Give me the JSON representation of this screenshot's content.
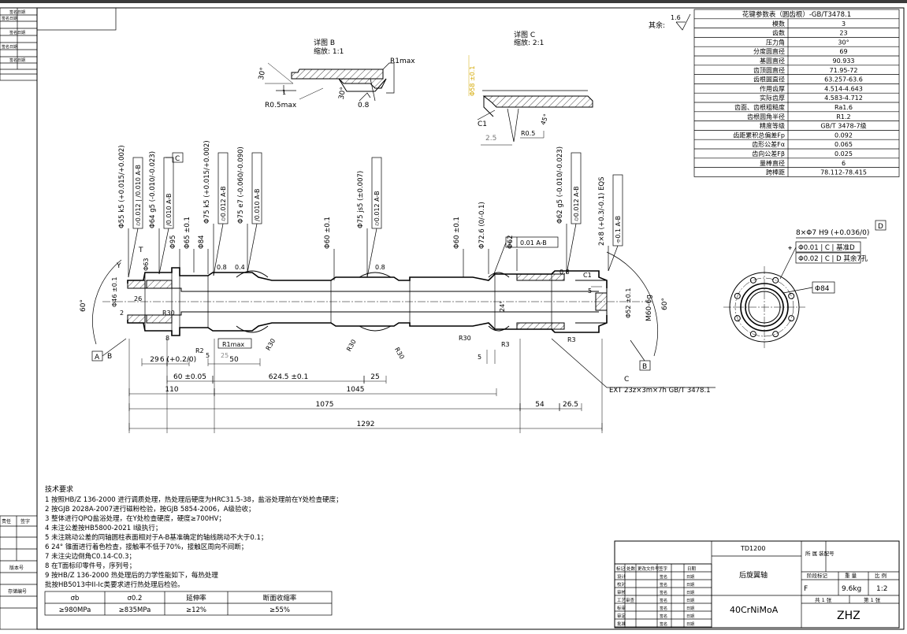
{
  "surface_mark": {
    "prefix": "其余:",
    "value": "1.6"
  },
  "spline_table": {
    "title": "花键参数表（圆齿根）-GB/T3478.1",
    "rows": [
      [
        "模数",
        "3"
      ],
      [
        "齿数",
        "23"
      ],
      [
        "压力角",
        "30°"
      ],
      [
        "分度圆直径",
        "69"
      ],
      [
        "基圆直径",
        "90.933"
      ],
      [
        "齿顶圆直径",
        "71.95-72"
      ],
      [
        "齿根圆直径",
        "63.257-63.6"
      ],
      [
        "作用齿厚",
        "4.514-4.643"
      ],
      [
        "实际齿厚",
        "4.583-4.712"
      ],
      [
        "齿面、齿根粗糙度",
        "Ra1.6"
      ],
      [
        "齿根圆角半径",
        "R1.2"
      ],
      [
        "精度等级",
        "GB/T 3478-7级"
      ],
      [
        "齿距累积总偏差Fp",
        "0.092"
      ],
      [
        "齿形公差Fα",
        "0.065"
      ],
      [
        "齿向公差Fβ",
        "0.025"
      ],
      [
        "量棒直径",
        "6"
      ],
      [
        "跨棒距",
        "78.112-78.415"
      ]
    ]
  },
  "detail_b": {
    "title": "详图 B",
    "scale": "缩放:   1:1",
    "labels": [
      "R1max",
      "30°",
      "R0.5max",
      "30°",
      "0.8",
      "1"
    ]
  },
  "detail_c": {
    "title": "详图 C",
    "scale": "缩放:   2:1",
    "labels": [
      "Φ58 ±0.1",
      "C1",
      "2.5",
      "R0.5",
      "45°"
    ]
  },
  "top_callouts": [
    {
      "text": "Φ55 k5 (+0.015/+0.002)",
      "frame": "⌭0.012 | ∕0.010 A-B"
    },
    {
      "text": "Φ64 g5 (-0.010/-0.023)",
      "frame": "∕0.010 A-B"
    },
    {
      "text": "Φ95",
      "frame": ""
    },
    {
      "text": "Φ65 ±0.1",
      "frame": ""
    },
    {
      "text": "Φ84",
      "frame": ""
    },
    {
      "text": "Φ75 k5 (+0.015/+0.002)",
      "frame": "⌭0.012 A-B"
    },
    {
      "text": "Φ75 e7 (-0.060/-0.090)",
      "frame": "∕0.010 A-B"
    },
    {
      "text": "Φ60 ±0.1",
      "frame": ""
    },
    {
      "text": "Φ75 js5 (±0.007)",
      "frame": "⌭0.012 A-B"
    },
    {
      "text": "Φ60 ±0.1",
      "frame": ""
    },
    {
      "text": "Φ72.6 (0/-0.1)",
      "frame": ""
    },
    {
      "text": "Φ62",
      "frame": ""
    },
    {
      "text": "Φ62 g5 (-0.010/-0.023)",
      "frame": "⌭0.012 A-B"
    },
    {
      "text": "2×8 (+0.3/-0.1)  EQS",
      "frame": "⌯0.1 A-B"
    }
  ],
  "shaft_labels": {
    "c_tag": "C",
    "a_tag": "A",
    "b_tag": "B",
    "b_tag2": "B",
    "c_tag2": "C",
    "y": "Y",
    "t": "T",
    "angle_left": "60°",
    "angle_right": "60°",
    "d46": "Φ46 ±0.1",
    "d63": "Φ63",
    "d52": "Φ52 ±0.1",
    "m60": "M60-6g",
    "r30a": "R30",
    "r30b": "R30",
    "r30c": "R30",
    "r30d": "R30",
    "r30e": "R30",
    "r2": "R2",
    "r3a": "R3",
    "r3b": "R3",
    "r1max": "R1max",
    "ra1": "0.8",
    "ra2": "0.4",
    "ra3": "0.8",
    "ra4": "0.8",
    "c1": "C1",
    "runout": "0.01 A-B",
    "spline": "EXT 23z×3m×7h GB/T 3478.1",
    "twenty4": "24°",
    "v26": "26",
    "v2": "2",
    "v5": "5",
    "v8": "8",
    "v5b": "5",
    "v25": "25",
    "v5c": "5"
  },
  "dims": {
    "d29": "29",
    "d6": "6 (+0.2/0)",
    "d50": "50",
    "d60": "60 ±0.05",
    "d6245": "624.5 ±0.1",
    "d25": "25",
    "d110": "110",
    "d1045": "1045",
    "d1075": "1075",
    "d54": "54",
    "d265": "26.5",
    "d1292": "1292"
  },
  "end_view": {
    "holes": "8×Φ7 H9 (+0.036/0)",
    "tol1": "Φ0.01 | C | 基准D",
    "tol2": "Φ0.02 | C | D  其余7孔",
    "d84": "Φ84",
    "datum": "D"
  },
  "tech": {
    "heading": "技术要求",
    "lines": [
      "1 按照HB/Z 136-2000 进行调质处理，热处理后硬度为HRC31.5-38，盐浴处理前在Y处检查硬度；",
      "2 按GJB 2028A-2007进行磁粉检验，按GJB 5854-2006，A级验收；",
      "3 整体进行QPQ盐浴处理，在Y处检查硬度，硬度≥700HV；",
      "4 未注公差按HB5800-2021 I级执行；",
      "5 未注跳动公差的同轴圆柱表面相对于A-B基准确定的轴线跳动不大于0.1；",
      "6 24° 锥面进行着色检查，接触率不低于70%，接触区周向不间断；",
      "7 未注尖边倒角C0.14-C0.3；",
      "8 在T面标印零件号，序列号；",
      "9 按HB/Z 136-2000 热处理后的力学性能如下，每热处理",
      "   批按HB5013中II-Ic类要求进行热处理后检验。"
    ]
  },
  "mech_table": {
    "headers": [
      "σb",
      "σ0.2",
      "延伸率",
      "断面收缩率"
    ],
    "values": [
      "≥980MPa",
      "≥835MPa",
      "≥12%",
      "≥55%"
    ]
  },
  "title_block": {
    "drawing_no": "TD1200",
    "part_name": "后旋翼轴",
    "material": "40CrNiMoA",
    "code": "ZHZ",
    "belong": "所 属\n装配号",
    "stage_label": "阶段标记",
    "weight_label": "重 量",
    "scale_label": "比 例",
    "stage": "F",
    "weight": "9.6kg",
    "scale": "1:2",
    "sheets": "共 1 张",
    "sheet_no": "第 1 张",
    "rev_headers": [
      "标记",
      "处数",
      "更改文件号",
      "签字",
      "日期"
    ],
    "roles": [
      "设计",
      "校对",
      "审核",
      "工艺审查",
      "标审",
      "审定",
      "批准"
    ],
    "role_sign": "签名",
    "role_date": "日期"
  },
  "left_strip": {
    "rows": [
      "签名日期",
      "签名日期",
      "签名日期",
      "签名日期",
      "签名日期"
    ],
    "labels": [
      "责任",
      "签字",
      "版本号",
      "存储编号"
    ]
  }
}
